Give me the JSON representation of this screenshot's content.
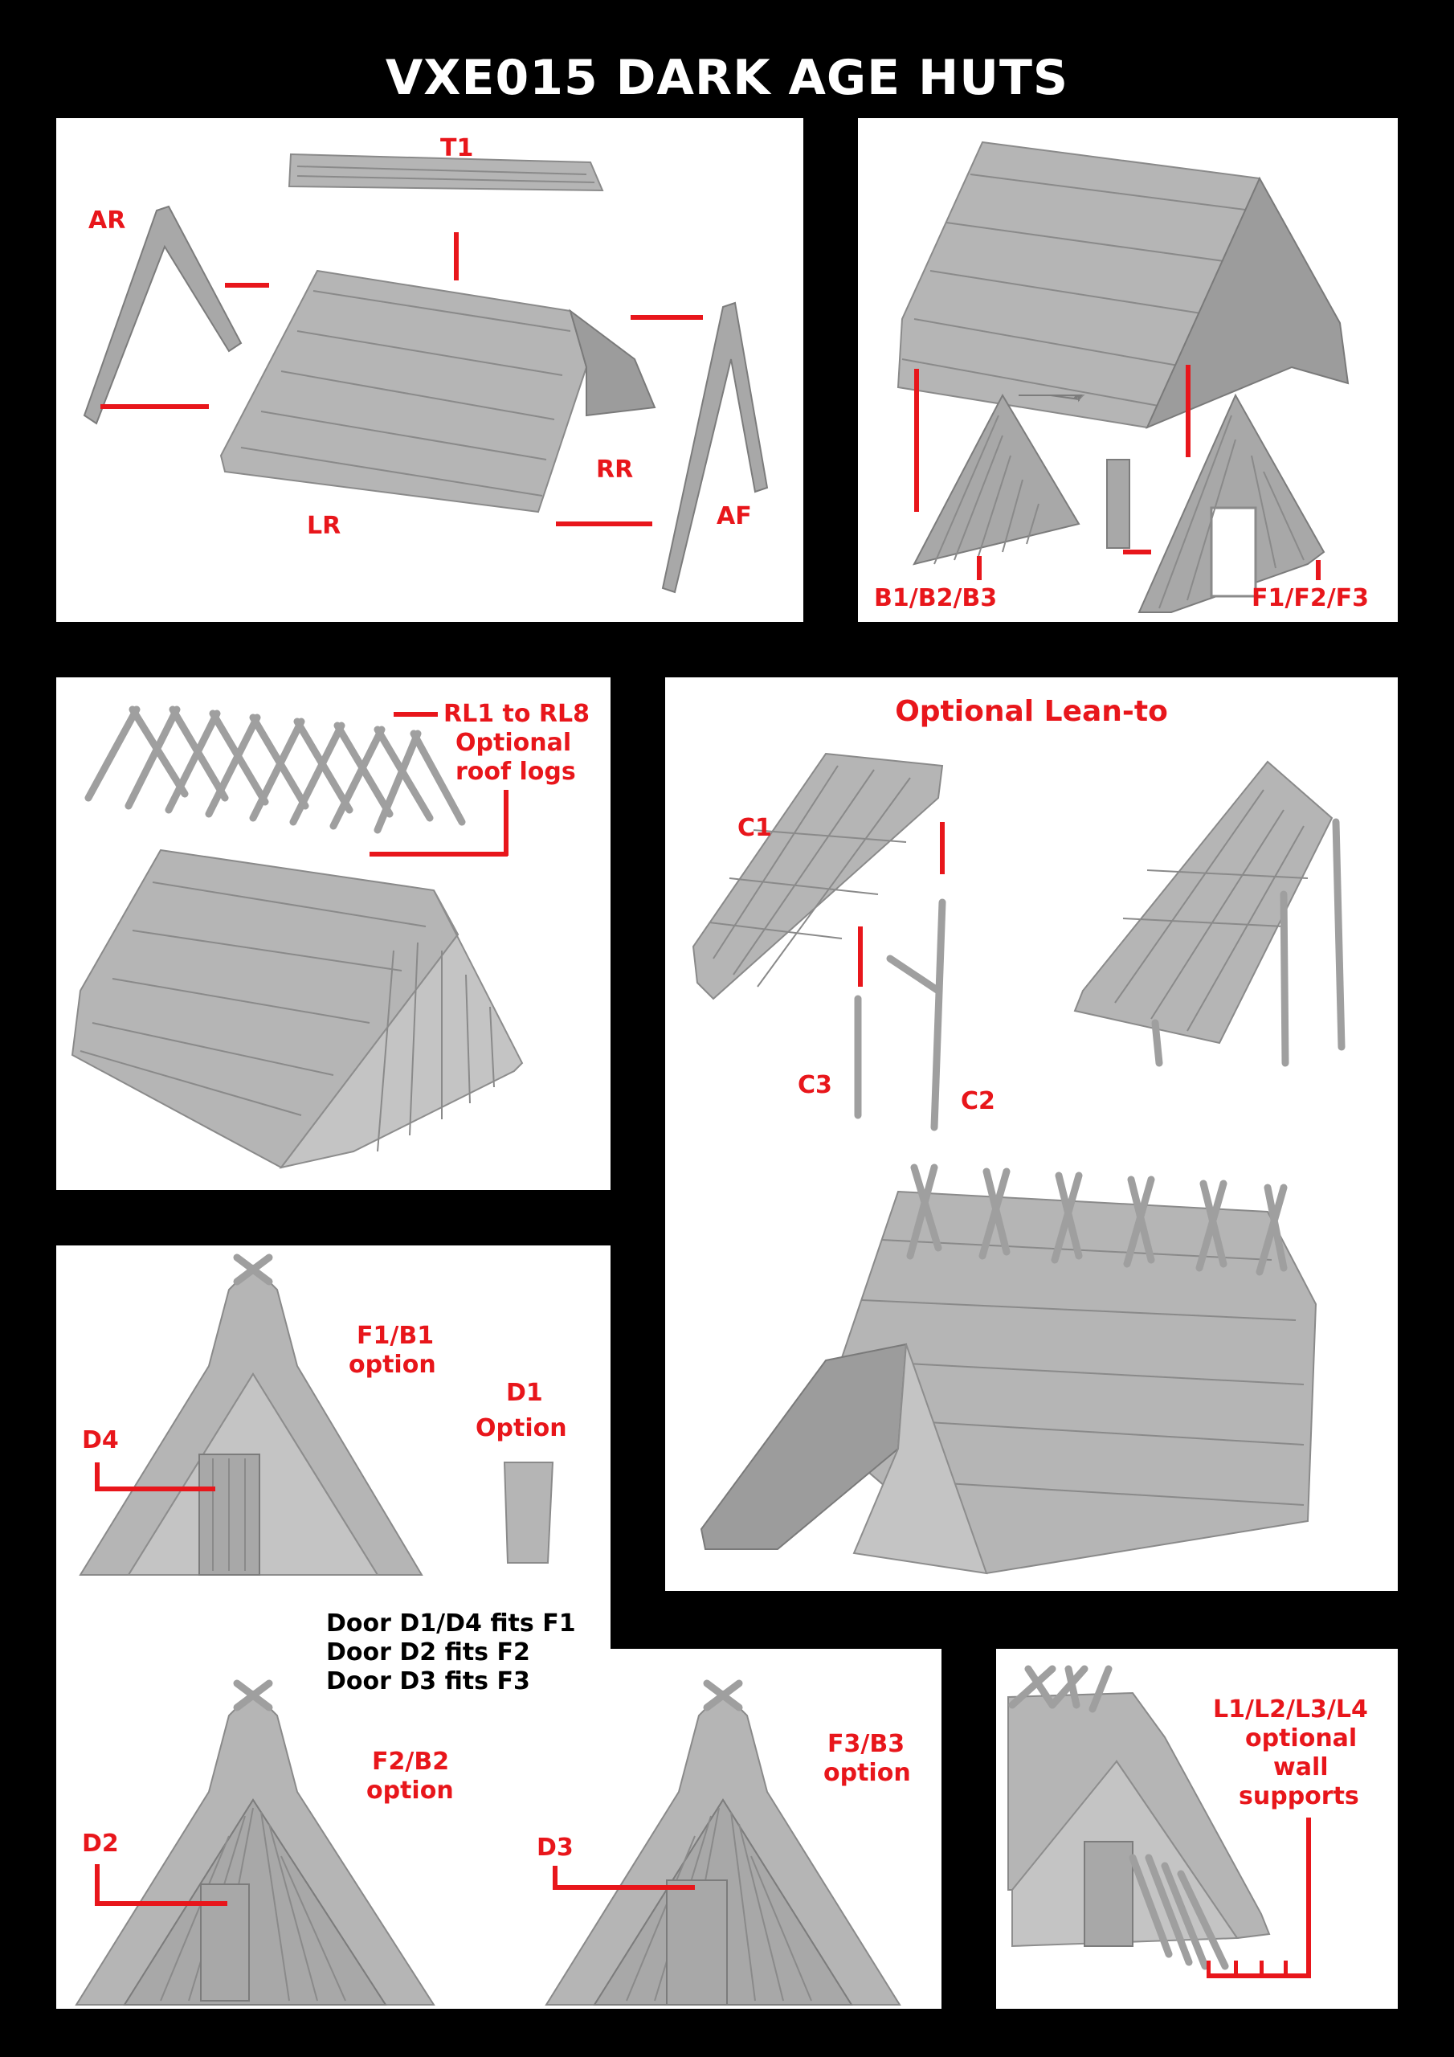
{
  "title": "VXE015 DARK AGE HUTS",
  "panel1": {
    "labels": {
      "t1": "T1",
      "ar": "AR",
      "rr": "RR",
      "lr": "LR",
      "af": "AF"
    }
  },
  "panel2": {
    "labels": {
      "b": "B1/B2/B3",
      "f": "F1/F2/F3"
    }
  },
  "panel3": {
    "labels": {
      "rl_line1": "RL1 to RL8",
      "rl_line2": "Optional",
      "rl_line3": "roof logs"
    }
  },
  "panel4": {
    "heading": "Optional Lean-to",
    "labels": {
      "c1": "C1",
      "c2": "C2",
      "c3": "C3"
    }
  },
  "panel5": {
    "labels": {
      "f1b1_line1": "F1/B1",
      "f1b1_line2": "option",
      "d1_line1": "D1",
      "d1_line2": "Option",
      "d4": "D4",
      "f2b2_line1": "F2/B2",
      "f2b2_line2": "option",
      "d2": "D2",
      "f3b3_line1": "F3/B3",
      "f3b3_line2": "option",
      "d3": "D3"
    },
    "fit_notes": [
      "Door D1/D4 fits F1",
      "Door D2 fits F2",
      "Door D3 fits F3"
    ]
  },
  "panel6": {
    "labels": {
      "line1": "L1/L2/L3/L4",
      "line2": "optional",
      "line3": "wall",
      "line4": "supports"
    }
  },
  "colors": {
    "background": "#000000",
    "panel": "#ffffff",
    "label_red": "#e8161b",
    "title_white": "#ffffff"
  }
}
